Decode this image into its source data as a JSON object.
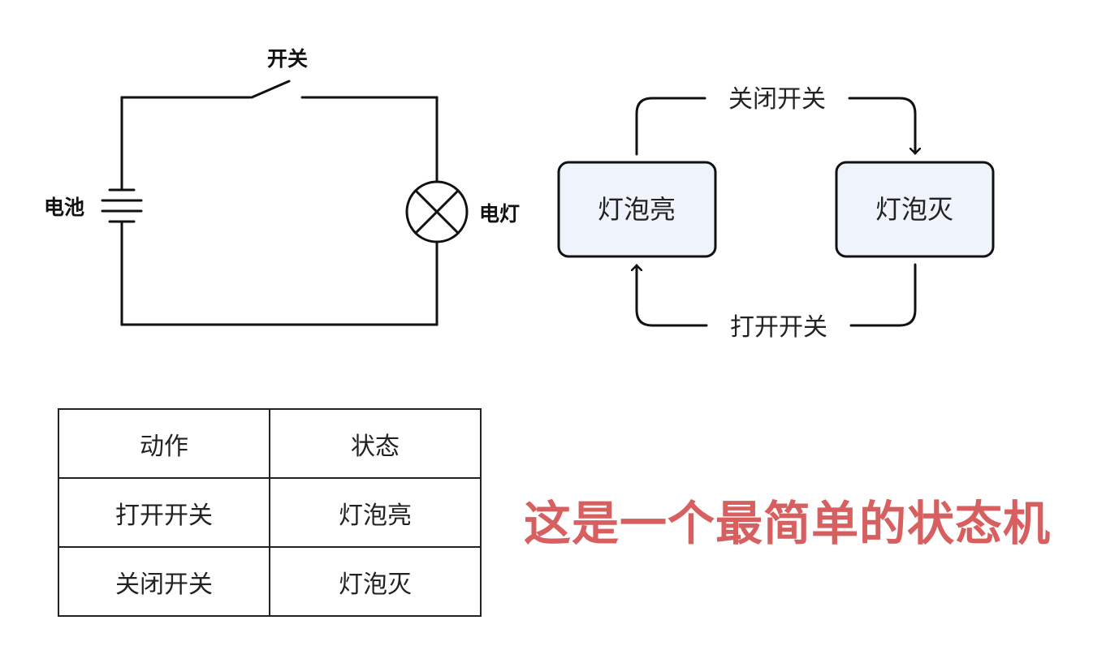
{
  "circuit": {
    "switch_label": "开关",
    "battery_label": "电池",
    "lamp_label": "电灯"
  },
  "state_machine": {
    "states": {
      "on": "灯泡亮",
      "off": "灯泡灭"
    },
    "transitions": {
      "close_switch": "关闭开关",
      "open_switch": "打开开关"
    }
  },
  "table": {
    "headers": [
      "动作",
      "状态"
    ],
    "rows": [
      [
        "打开开关",
        "灯泡亮"
      ],
      [
        "关闭开关",
        "灯泡灭"
      ]
    ]
  },
  "headline": "这是一个最简单的状态机",
  "colors": {
    "headline": "#d75f5f",
    "state_fill": "#eef3fc",
    "stroke": "#111111"
  }
}
